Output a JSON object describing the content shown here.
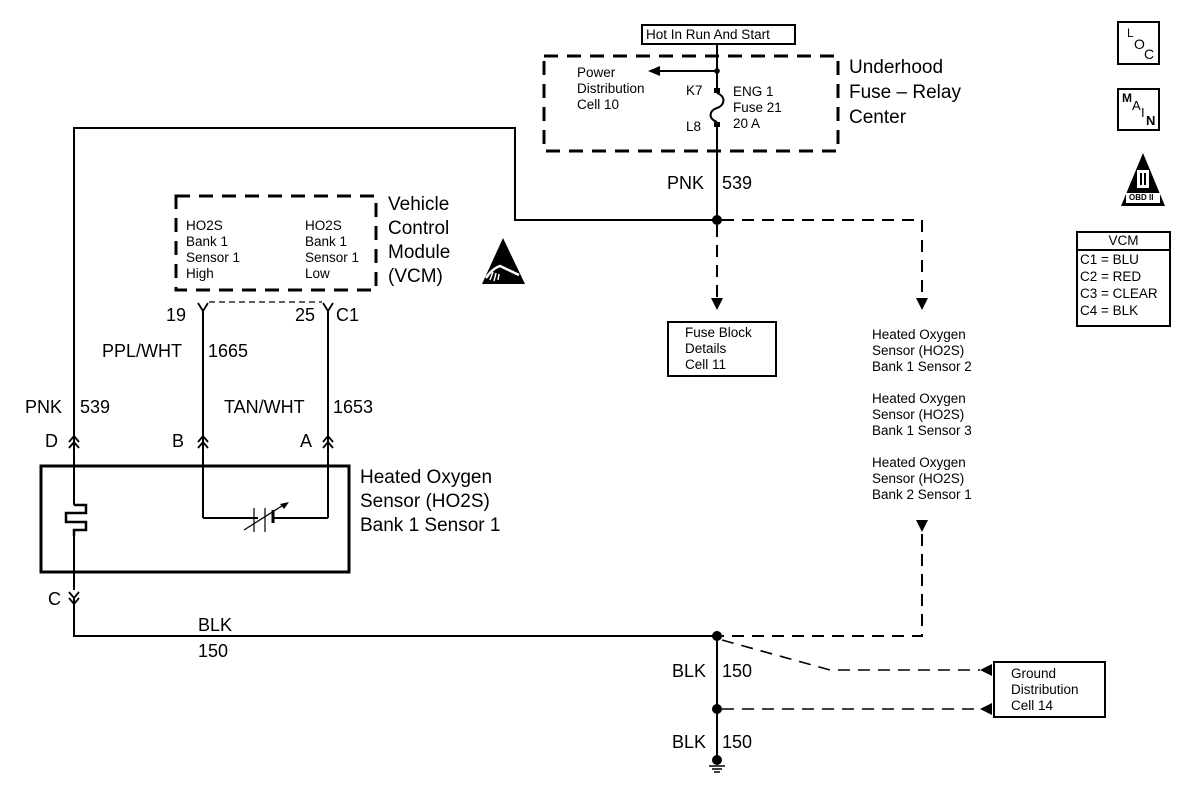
{
  "fuse_relay_center": {
    "power_label": "Hot In Run And Start",
    "title_lines": [
      "Underhood",
      "Fuse – Relay",
      "Center"
    ],
    "power_distribution": [
      "Power",
      "Distribution",
      "Cell 10"
    ],
    "terminal_top": "K7",
    "terminal_bottom": "L8",
    "fuse_lines": [
      "ENG 1",
      "Fuse 21",
      "20 A"
    ]
  },
  "wires": {
    "pnk_main": {
      "color": "PNK",
      "circuit": "539"
    },
    "pnk_sensor": {
      "color": "PNK",
      "circuit": "539"
    },
    "ppl_wht": {
      "color": "PPL/WHT",
      "circuit": "1665"
    },
    "tan_wht": {
      "color": "TAN/WHT",
      "circuit": "1653"
    },
    "blk_bus": {
      "color": "BLK",
      "circuit": "150"
    },
    "blk_mid": {
      "color": "BLK",
      "circuit": "150"
    },
    "blk_ground": {
      "color": "BLK",
      "circuit": "150"
    }
  },
  "vcm": {
    "title_lines": [
      "Vehicle",
      "Control",
      "Module",
      "(VCM)"
    ],
    "left_cell": [
      "HO2S",
      "Bank 1",
      "Sensor 1",
      "High"
    ],
    "right_cell": [
      "HO2S",
      "Bank 1",
      "Sensor 1",
      "Low"
    ],
    "pin_high": "19",
    "pin_low": "25",
    "connector": "C1",
    "esd_icon": "esd-sensitive-icon"
  },
  "sensor": {
    "title_lines": [
      "Heated Oxygen",
      "Sensor (HO2S)",
      "Bank 1 Sensor 1"
    ],
    "pins": {
      "d": "D",
      "b": "B",
      "a": "A",
      "c": "C"
    }
  },
  "fuse_block_ref": [
    "Fuse Block",
    "Details",
    "Cell 11"
  ],
  "other_sensors": [
    [
      "Heated Oxygen",
      "Sensor (HO2S)",
      "Bank 1 Sensor 2"
    ],
    [
      "Heated Oxygen",
      "Sensor (HO2S)",
      "Bank 1 Sensor 3"
    ],
    [
      "Heated Oxygen",
      "Sensor (HO2S)",
      "Bank 2 Sensor 1"
    ]
  ],
  "ground_ref": [
    "Ground",
    "Distribution",
    "Cell 14"
  ],
  "side_icons": {
    "loc": {
      "l": "L",
      "o": "O",
      "c": "C"
    },
    "main": {
      "m": "M",
      "a": "A",
      "i": "I",
      "n": "N"
    },
    "obd": {
      "roman": "II",
      "label": "OBD II"
    }
  },
  "vcm_legend": {
    "title": "VCM",
    "rows": [
      "C1 = BLU",
      "C2 = RED",
      "C3 = CLEAR",
      "C4 = BLK"
    ]
  }
}
